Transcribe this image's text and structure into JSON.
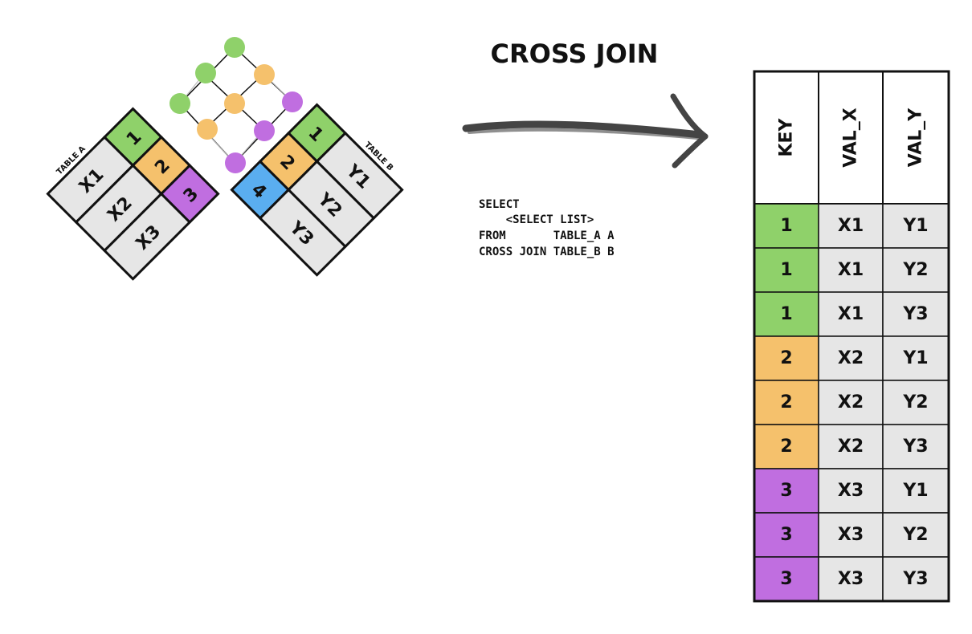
{
  "title": "CROSS JOIN",
  "table_a": {
    "label": "TABLE A",
    "keys": [
      "1",
      "2",
      "3"
    ],
    "values": [
      "X1",
      "X2",
      "X3"
    ]
  },
  "table_b": {
    "label": "TABLE B",
    "keys": [
      "1",
      "2",
      "4"
    ],
    "values": [
      "Y1",
      "Y2",
      "Y3"
    ]
  },
  "sql": {
    "line1": "SELECT",
    "line2": "    <SELECT LIST>",
    "line3": "FROM       TABLE_A A",
    "line4": "CROSS JOIN TABLE_B B"
  },
  "result": {
    "headers": [
      "KEY",
      "VAL_X",
      "VAL_Y"
    ],
    "rows": [
      [
        "1",
        "X1",
        "Y1"
      ],
      [
        "1",
        "X1",
        "Y2"
      ],
      [
        "1",
        "X1",
        "Y3"
      ],
      [
        "2",
        "X2",
        "Y1"
      ],
      [
        "2",
        "X2",
        "Y2"
      ],
      [
        "2",
        "X2",
        "Y3"
      ],
      [
        "3",
        "X3",
        "Y1"
      ],
      [
        "3",
        "X3",
        "Y2"
      ],
      [
        "3",
        "X3",
        "Y3"
      ]
    ]
  },
  "colors": {
    "key_1": "#8fd16a",
    "key_2": "#f5c16c",
    "key_3": "#c06ee0",
    "key_4": "#5aaef0",
    "value_cell": "#e6e6e6",
    "outline": "#111111",
    "arrow": "#444444"
  }
}
